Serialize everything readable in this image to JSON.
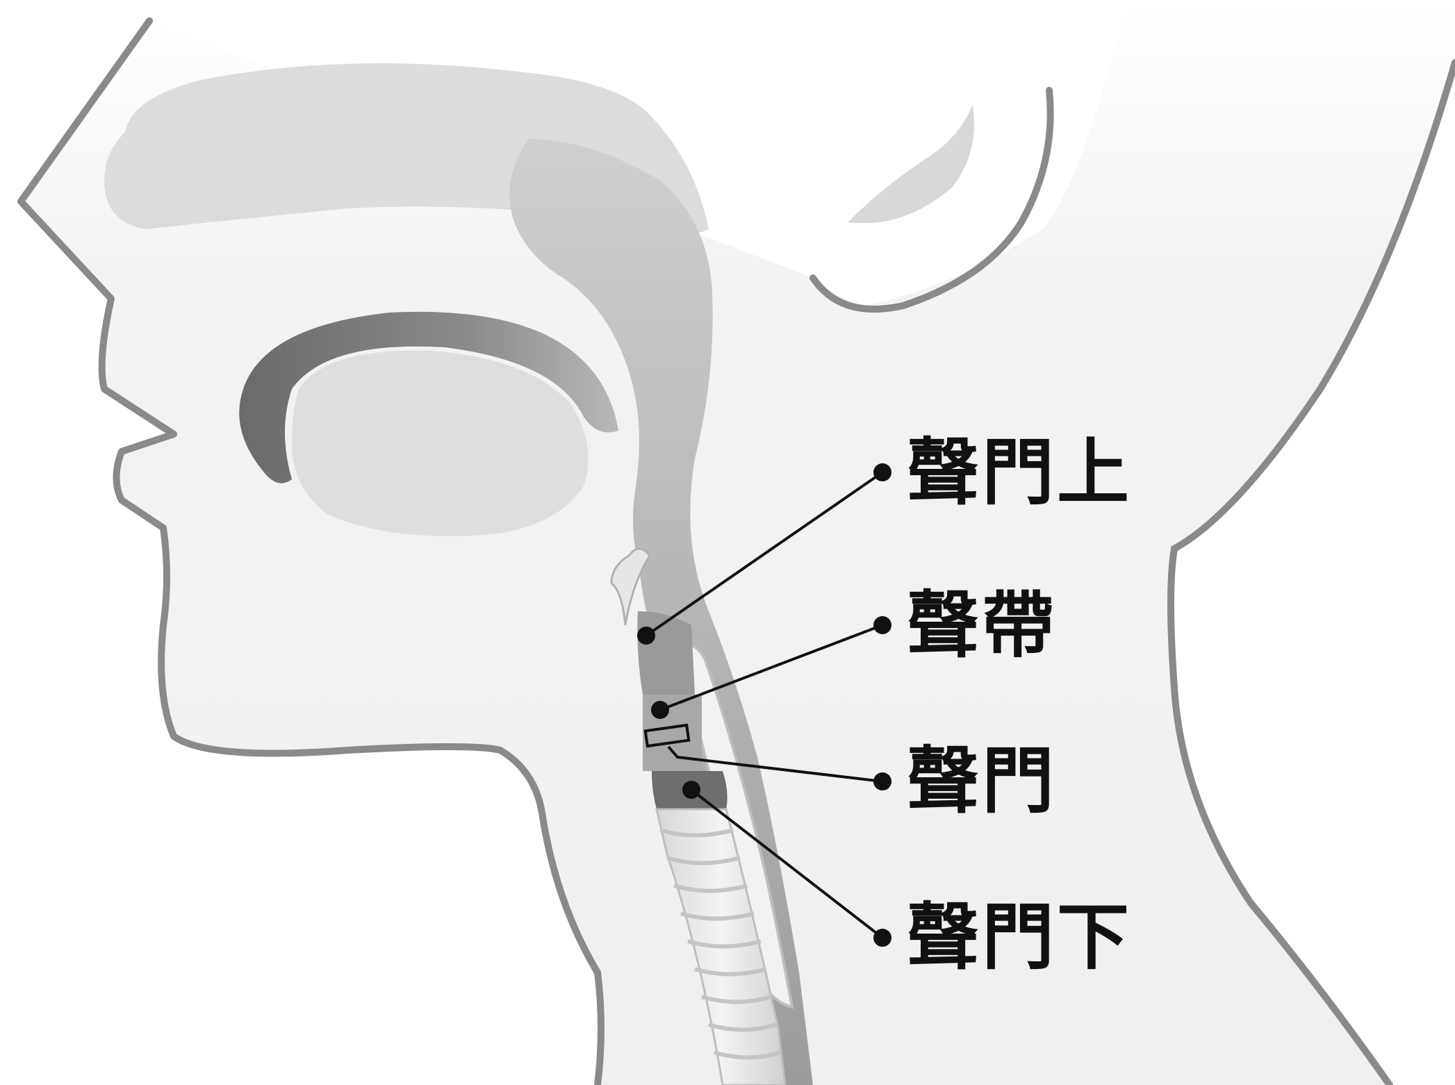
{
  "labels": {
    "supraglottis": "聲門上",
    "vocal_cords": "聲帶",
    "glottis": "聲門",
    "subglottis": "聲門下"
  },
  "colors": {
    "background": "#ffffff",
    "outline": "#8a8a8a",
    "skin": "#f2f2f2",
    "cavity": "#dcdcdc",
    "airway": "#b4b4b4",
    "dark_zone": "#6e6e6e",
    "leader": "#111111"
  }
}
